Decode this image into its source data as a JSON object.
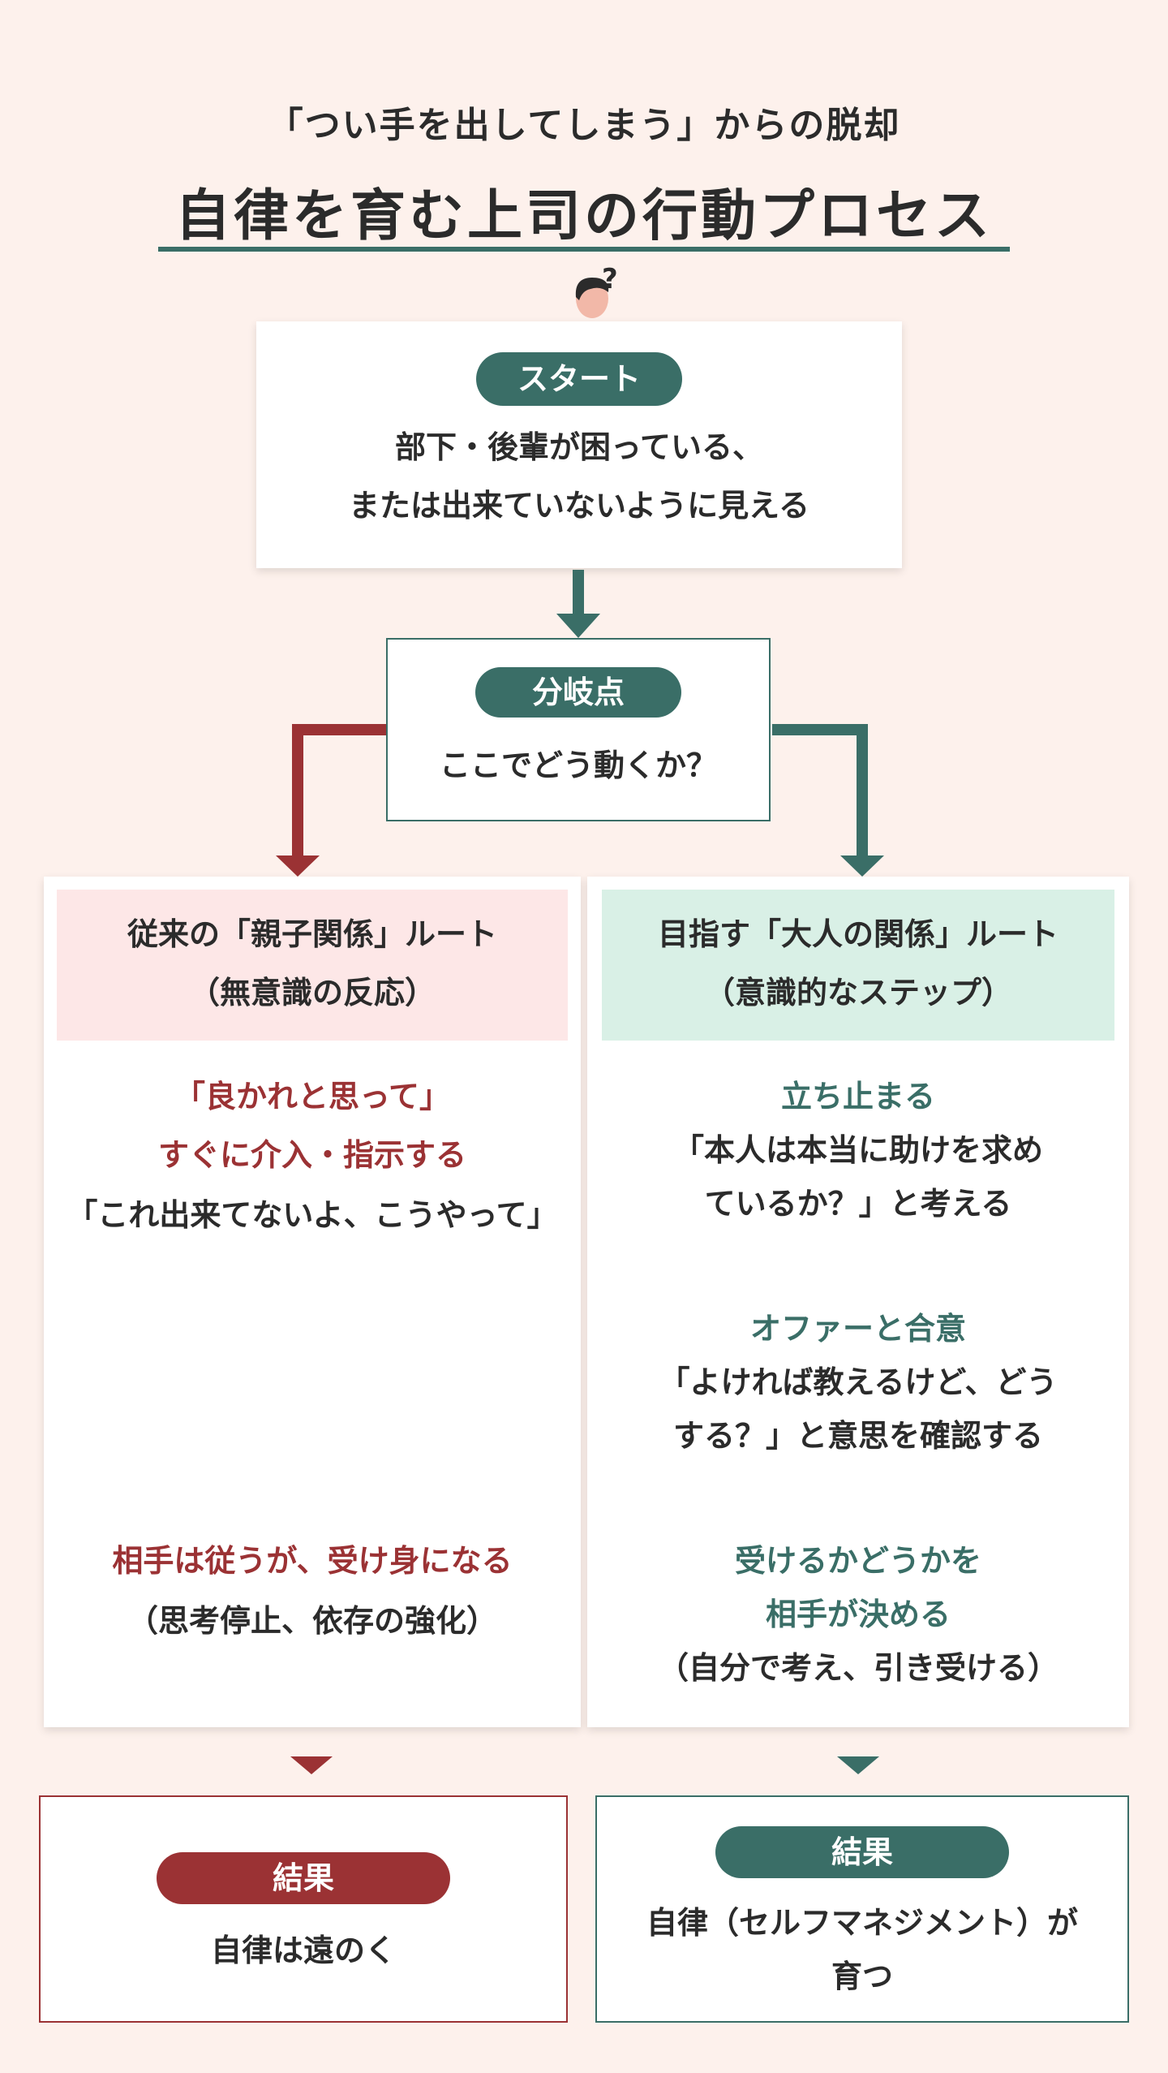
{
  "header": {
    "subtitle": "「つい手を出してしまう」からの脱却",
    "title": "自律を育む上司の行動プロセス"
  },
  "start": {
    "badge": "スタート",
    "lines": [
      "部下・後輩が困っている、",
      "または出来ていないように見える"
    ]
  },
  "branch": {
    "badge": "分岐点",
    "question": "ここでどう動くか？"
  },
  "left_route": {
    "header_lines": [
      "従来の「親子関係」ルート",
      "（無意識の反応）"
    ],
    "action_lines": [
      "「良かれと思って」",
      "すぐに介入・指示する"
    ],
    "quote": "「これ出来てないよ、こうやって」",
    "outcome_lines": [
      "相手は従うが、受け身になる",
      "（思考停止、依存の強化）"
    ]
  },
  "right_route": {
    "header_lines": [
      "目指す「大人の関係」ルート",
      "（意識的なステップ）"
    ],
    "step1_title": "立ち止まる",
    "step1_lines": [
      "「本人は本当に助けを求め",
      "ているか？」と考える"
    ],
    "step2_title": "オファーと合意",
    "step2_lines": [
      "「よければ教えるけど、どう",
      "する？」と意思を確認する"
    ],
    "step3_title_lines": [
      "受けるかどうかを",
      "相手が決める"
    ],
    "step3_sub": "（自分で考え、引き受ける）"
  },
  "results": {
    "left_badge": "結果",
    "left_text": "自律は遠のく",
    "right_badge": "結果",
    "right_lines": [
      "自律（セルフマネジメント）が",
      "育つ"
    ]
  },
  "colors": {
    "background": "#fdf1ec",
    "green": "#3a6e67",
    "red": "#9b3234",
    "left_header_bg": "#fde7e7",
    "right_header_bg": "#d9f0e6"
  },
  "icons": {
    "person": "person-thinking-icon",
    "question": "question-mark-icon"
  }
}
